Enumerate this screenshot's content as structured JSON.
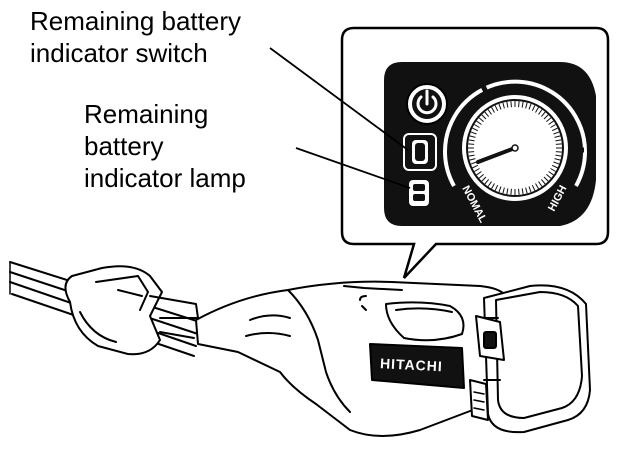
{
  "labels": {
    "switch": [
      "Remaining battery",
      "indicator switch"
    ],
    "lamp": [
      "Remaining",
      "battery",
      "indicator lamp"
    ]
  },
  "dial": {
    "low_label": "NOMAL",
    "high_label": "HIGH"
  },
  "brand": "HITACHI",
  "colors": {
    "ink": "#000000",
    "paper": "#ffffff",
    "panel": "#111111"
  },
  "icons": {
    "power": "power-icon"
  }
}
